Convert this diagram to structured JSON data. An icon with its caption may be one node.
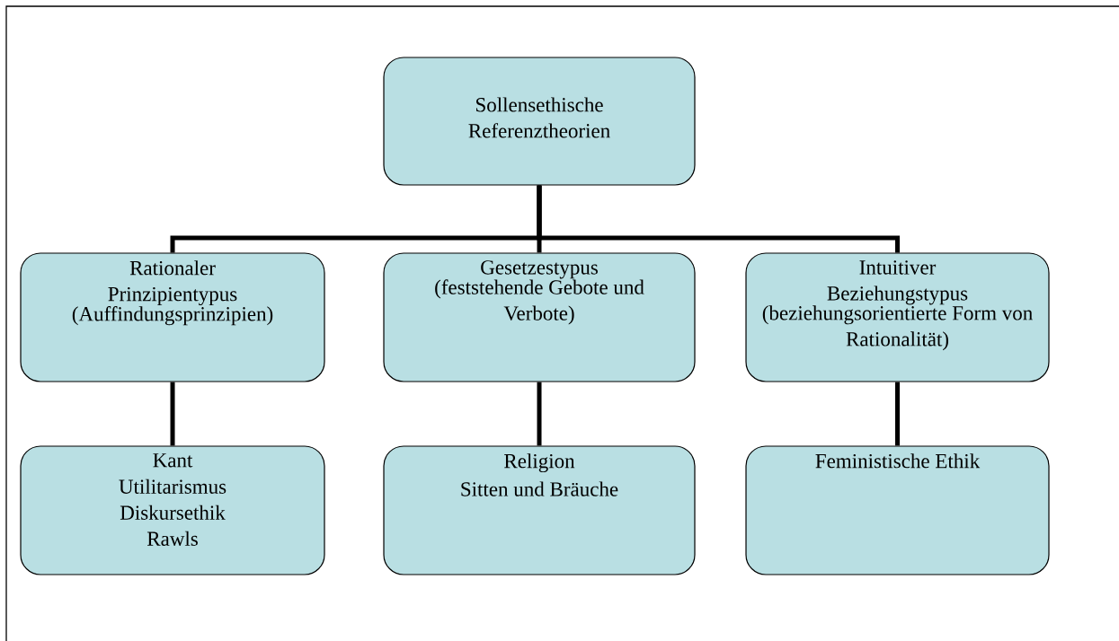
{
  "diagram": {
    "nodes": [
      {
        "text": [
          "Sollensethische Referenztheorien"
        ]
      },
      {
        "text": [
          "Rationaler Prinzipientypus",
          "(Auffindungsprinzipien)"
        ]
      },
      {
        "text": [
          "Gesetzestypus",
          "(feststehende Gebote und Verbote)"
        ]
      },
      {
        "text": [
          "Intuitiver Beziehungstypus",
          "(beziehungsorientierte Form von Rationalität)"
        ]
      },
      {
        "text": [
          "Kant",
          "Utilitarismus",
          "Diskursethik",
          "Rawls"
        ]
      },
      {
        "text": [
          "Religion",
          "Sitten und Bräuche"
        ]
      },
      {
        "text": [
          "Feministische Ethik"
        ]
      }
    ],
    "edges": [
      {
        "from": 0,
        "to": 1,
        "arrow": "none"
      },
      {
        "from": 0,
        "to": 2,
        "arrow": "none"
      },
      {
        "from": 0,
        "to": 3,
        "arrow": "none"
      },
      {
        "from": 1,
        "to": 4,
        "arrow": "none"
      },
      {
        "from": 2,
        "to": 5,
        "arrow": "none"
      },
      {
        "from": 3,
        "to": 6,
        "arrow": "none"
      }
    ]
  }
}
